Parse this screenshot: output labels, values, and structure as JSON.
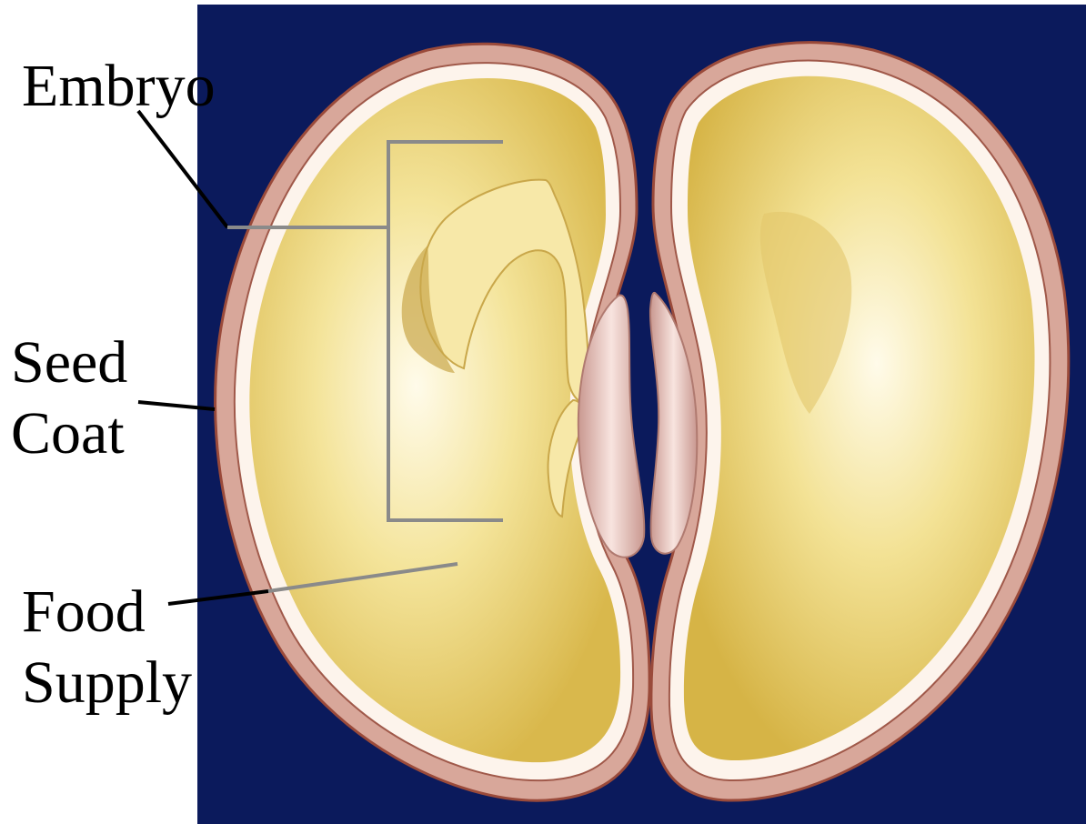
{
  "labels": {
    "embryo": "Embryo",
    "seed_coat_line1": "Seed",
    "seed_coat_line2": "Coat",
    "food_supply_line1": "Food",
    "food_supply_line2": "Supply"
  },
  "colors": {
    "background": "#0b1a5c",
    "seed_coat": "#d8a79a",
    "seed_coat_edge": "#9a4a3a",
    "cotyledon": "#e8cf6a",
    "cotyledon_light": "#fbf3c9",
    "embryo": "#f7e8a8",
    "hilum": "#ecc8c2",
    "leader_line_black": "#000000",
    "leader_line_gray": "#8a8a8a"
  }
}
